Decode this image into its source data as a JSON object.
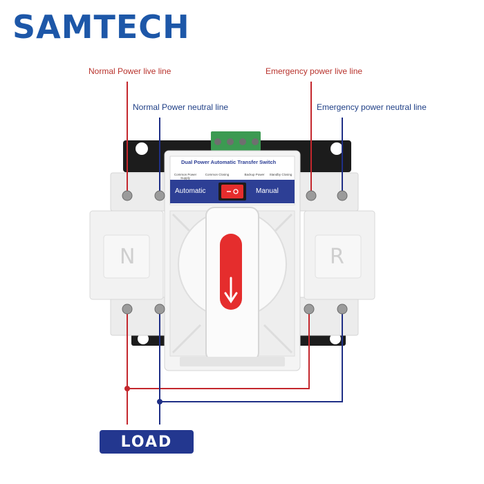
{
  "brand": {
    "name": "SAMTECH"
  },
  "callouts": {
    "normal_live": "Normal Power live line",
    "normal_neutral": "Normal Power neutral line",
    "emergency_live": "Emergency power live line",
    "emergency_neutral": "Emergency power neutral line"
  },
  "device": {
    "panel_title": "Dual Power Automatic Transfer Switch",
    "indicators": [
      "Common Power Supply",
      "Common Closing",
      "Backup Power",
      "Standby Closing"
    ],
    "mode_left": "Automatic",
    "mode_right": "Manual",
    "left_label": "N",
    "right_label": "R"
  },
  "load_label": "LOAD",
  "colors": {
    "brand": "#1d57a8",
    "live_wire": "#c4272d",
    "neutral_wire": "#1f2f86",
    "panel_blue": "#2d3f95",
    "load_bg": "#23378f",
    "handle_red": "#e52d2d"
  }
}
